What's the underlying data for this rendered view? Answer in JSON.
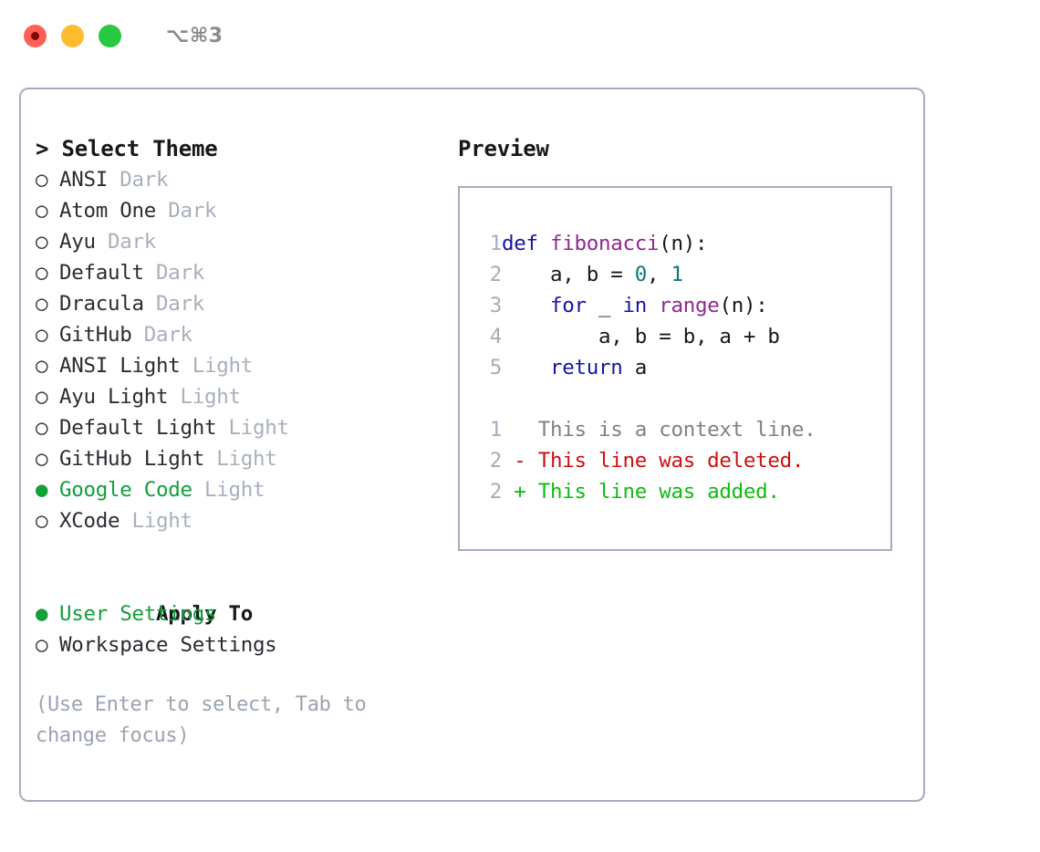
{
  "window": {
    "title": "⌥⌘3",
    "traffic_lights": [
      "close",
      "minimize",
      "maximize"
    ]
  },
  "left": {
    "header": "> Select Theme",
    "themes": [
      {
        "marker": "○",
        "name": "ANSI",
        "tag": "Dark",
        "selected": false
      },
      {
        "marker": "○",
        "name": "Atom One",
        "tag": "Dark",
        "selected": false
      },
      {
        "marker": "○",
        "name": "Ayu",
        "tag": "Dark",
        "selected": false
      },
      {
        "marker": "○",
        "name": "Default",
        "tag": "Dark",
        "selected": false
      },
      {
        "marker": "○",
        "name": "Dracula",
        "tag": "Dark",
        "selected": false
      },
      {
        "marker": "○",
        "name": "GitHub",
        "tag": "Dark",
        "selected": false
      },
      {
        "marker": "○",
        "name": "ANSI Light",
        "tag": "Light",
        "selected": false
      },
      {
        "marker": "○",
        "name": "Ayu Light",
        "tag": "Light",
        "selected": false
      },
      {
        "marker": "○",
        "name": "Default Light",
        "tag": "Light",
        "selected": false
      },
      {
        "marker": "○",
        "name": "GitHub Light",
        "tag": "Light",
        "selected": false
      },
      {
        "marker": "●",
        "name": "Google Code",
        "tag": "Light",
        "selected": true
      },
      {
        "marker": "○",
        "name": "XCode",
        "tag": "Light",
        "selected": false
      }
    ],
    "apply_to": {
      "title": "Apply To",
      "options": [
        {
          "marker": "●",
          "name": "User Settings",
          "selected": true
        },
        {
          "marker": "○",
          "name": "Workspace Settings",
          "selected": false
        }
      ]
    },
    "hint": "(Use Enter to select, Tab to change focus)"
  },
  "right": {
    "title": "Preview",
    "code_lines": [
      {
        "number": "1",
        "tokens": [
          {
            "t": "def ",
            "c": "kw"
          },
          {
            "t": "fibonacci",
            "c": "fn"
          },
          {
            "t": "(n):",
            "c": "txt"
          }
        ]
      },
      {
        "number": "2",
        "tokens": [
          {
            "t": "    a, b = ",
            "c": "txt"
          },
          {
            "t": "0",
            "c": "num"
          },
          {
            "t": ", ",
            "c": "txt"
          },
          {
            "t": "1",
            "c": "num"
          }
        ]
      },
      {
        "number": "3",
        "tokens": [
          {
            "t": "    ",
            "c": "txt"
          },
          {
            "t": "for",
            "c": "kw"
          },
          {
            "t": " _ ",
            "c": "txt"
          },
          {
            "t": "in",
            "c": "kw"
          },
          {
            "t": " ",
            "c": "txt"
          },
          {
            "t": "range",
            "c": "fn"
          },
          {
            "t": "(n):",
            "c": "txt"
          }
        ]
      },
      {
        "number": "4",
        "tokens": [
          {
            "t": "        a, b = b, a + b",
            "c": "txt"
          }
        ]
      },
      {
        "number": "5",
        "tokens": [
          {
            "t": "    ",
            "c": "txt"
          },
          {
            "t": "return",
            "c": "kw"
          },
          {
            "t": " a",
            "c": "txt"
          }
        ]
      }
    ],
    "diff_lines": [
      {
        "number": "1",
        "tokens": [
          {
            "t": "   This is a context line.",
            "c": "ctx"
          }
        ]
      },
      {
        "number": "2",
        "tokens": [
          {
            "t": " - This line was deleted.",
            "c": "del"
          }
        ]
      },
      {
        "number": "2",
        "tokens": [
          {
            "t": " + This line was added.",
            "c": "add"
          }
        ]
      }
    ]
  },
  "colors": {
    "border": "#a3aebd",
    "selected_green": "#12a03b",
    "muted": "#a8b0bd",
    "keyword": "#1515a3",
    "function": "#91278f",
    "number": "#0a7a78",
    "diff_removed": "#cc1111",
    "diff_added": "#11bb11",
    "light_red": "#ff5f57",
    "light_yellow": "#ffbd2e",
    "light_green": "#28c840"
  }
}
